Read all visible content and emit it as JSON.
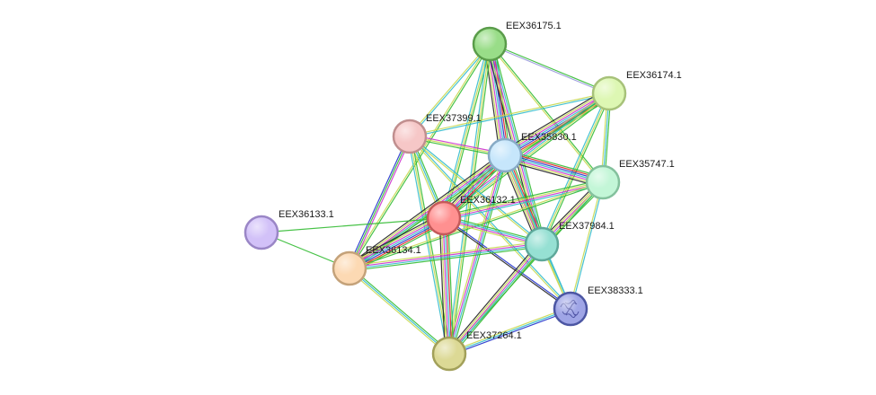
{
  "network": {
    "nodes": [
      {
        "id": "EEX36175.1",
        "label": "EEX36175.1",
        "fill": "#99dd88",
        "stroke": "#5a9c4a"
      },
      {
        "id": "EEX36174.1",
        "label": "EEX36174.1",
        "fill": "#ddf7b3",
        "stroke": "#a7c27a"
      },
      {
        "id": "EEX37399.1",
        "label": "EEX37399.1",
        "fill": "#f6c7c7",
        "stroke": "#c08f8f"
      },
      {
        "id": "EEX35830.1",
        "label": "EEX35830.1",
        "fill": "#c6e6fb",
        "stroke": "#88abc6"
      },
      {
        "id": "EEX35747.1",
        "label": "EEX35747.1",
        "fill": "#c3f6d7",
        "stroke": "#84c19d"
      },
      {
        "id": "EEX36132.1",
        "label": "EEX36132.1",
        "fill": "#ff9090",
        "stroke": "#c45a5a"
      },
      {
        "id": "EEX36133.1",
        "label": "EEX36133.1",
        "fill": "#d2c1f8",
        "stroke": "#9a86c6"
      },
      {
        "id": "EEX37984.1",
        "label": "EEX37984.1",
        "fill": "#96e0d3",
        "stroke": "#5ea89a"
      },
      {
        "id": "EEX36134.1",
        "label": "EEX36134.1",
        "fill": "#fcd9b3",
        "stroke": "#c4a27a"
      },
      {
        "id": "EEX38333.1",
        "label": "EEX38333.1",
        "fill": "#9fa5e6",
        "stroke": "#4c56a3",
        "has_structure": true
      },
      {
        "id": "EEX37264.1",
        "label": "EEX37264.1",
        "fill": "#dcd995",
        "stroke": "#a2a05a"
      }
    ],
    "evidence_colors": {
      "green": "#33bb33",
      "red": "#dd2222",
      "blue": "#2233cc",
      "cyan": "#33bbcc",
      "magenta": "#cc33cc",
      "yellow": "#c8d850",
      "black": "#222222",
      "lavender": "#9999dd"
    },
    "edges": [
      {
        "a": "EEX36175.1",
        "b": "EEX36174.1",
        "types": [
          "green",
          "lavender"
        ]
      },
      {
        "a": "EEX36175.1",
        "b": "EEX37399.1",
        "types": [
          "cyan",
          "yellow"
        ]
      },
      {
        "a": "EEX36175.1",
        "b": "EEX35830.1",
        "types": [
          "green",
          "red",
          "blue",
          "cyan",
          "magenta",
          "yellow",
          "black"
        ]
      },
      {
        "a": "EEX36175.1",
        "b": "EEX35747.1",
        "types": [
          "green",
          "yellow"
        ]
      },
      {
        "a": "EEX36175.1",
        "b": "EEX36132.1",
        "types": [
          "green",
          "yellow",
          "cyan"
        ]
      },
      {
        "a": "EEX36175.1",
        "b": "EEX37984.1",
        "types": [
          "green",
          "cyan",
          "magenta",
          "yellow",
          "black"
        ]
      },
      {
        "a": "EEX36175.1",
        "b": "EEX36134.1",
        "types": [
          "green",
          "yellow"
        ]
      },
      {
        "a": "EEX36175.1",
        "b": "EEX37264.1",
        "types": [
          "green",
          "yellow",
          "cyan"
        ]
      },
      {
        "a": "EEX36174.1",
        "b": "EEX37399.1",
        "types": [
          "cyan",
          "yellow"
        ]
      },
      {
        "a": "EEX36174.1",
        "b": "EEX35830.1",
        "types": [
          "green",
          "red",
          "blue",
          "cyan",
          "magenta",
          "yellow",
          "black"
        ]
      },
      {
        "a": "EEX36174.1",
        "b": "EEX35747.1",
        "types": [
          "green",
          "cyan",
          "yellow"
        ]
      },
      {
        "a": "EEX36174.1",
        "b": "EEX36132.1",
        "types": [
          "green",
          "yellow",
          "cyan",
          "magenta"
        ]
      },
      {
        "a": "EEX36174.1",
        "b": "EEX37984.1",
        "types": [
          "green",
          "yellow",
          "cyan"
        ]
      },
      {
        "a": "EEX36174.1",
        "b": "EEX36134.1",
        "types": [
          "green",
          "yellow"
        ]
      },
      {
        "a": "EEX37399.1",
        "b": "EEX35830.1",
        "types": [
          "magenta",
          "yellow",
          "green"
        ]
      },
      {
        "a": "EEX37399.1",
        "b": "EEX36132.1",
        "types": [
          "green",
          "cyan",
          "yellow"
        ]
      },
      {
        "a": "EEX37399.1",
        "b": "EEX37984.1",
        "types": [
          "cyan",
          "yellow"
        ]
      },
      {
        "a": "EEX37399.1",
        "b": "EEX36134.1",
        "types": [
          "magenta",
          "green",
          "blue"
        ]
      },
      {
        "a": "EEX37399.1",
        "b": "EEX37264.1",
        "types": [
          "green",
          "yellow",
          "cyan"
        ]
      },
      {
        "a": "EEX37399.1",
        "b": "EEX38333.1",
        "types": [
          "cyan",
          "yellow"
        ]
      },
      {
        "a": "EEX35830.1",
        "b": "EEX35747.1",
        "types": [
          "green",
          "red",
          "blue",
          "cyan",
          "magenta",
          "yellow",
          "black"
        ]
      },
      {
        "a": "EEX35830.1",
        "b": "EEX36132.1",
        "types": [
          "green",
          "red",
          "cyan",
          "magenta",
          "yellow",
          "black"
        ]
      },
      {
        "a": "EEX35830.1",
        "b": "EEX37984.1",
        "types": [
          "green",
          "red",
          "cyan",
          "magenta",
          "yellow",
          "black"
        ]
      },
      {
        "a": "EEX35830.1",
        "b": "EEX36134.1",
        "types": [
          "green",
          "cyan",
          "magenta",
          "yellow",
          "black"
        ]
      },
      {
        "a": "EEX35830.1",
        "b": "EEX37264.1",
        "types": [
          "green",
          "cyan",
          "magenta",
          "yellow"
        ]
      },
      {
        "a": "EEX35830.1",
        "b": "EEX38333.1",
        "types": [
          "cyan",
          "yellow"
        ]
      },
      {
        "a": "EEX35747.1",
        "b": "EEX36132.1",
        "types": [
          "cyan",
          "magenta",
          "yellow",
          "green"
        ]
      },
      {
        "a": "EEX35747.1",
        "b": "EEX37984.1",
        "types": [
          "green",
          "cyan",
          "magenta",
          "yellow",
          "black"
        ]
      },
      {
        "a": "EEX35747.1",
        "b": "EEX36134.1",
        "types": [
          "green",
          "yellow"
        ]
      },
      {
        "a": "EEX35747.1",
        "b": "EEX37264.1",
        "types": [
          "green",
          "yellow"
        ]
      },
      {
        "a": "EEX35747.1",
        "b": "EEX38333.1",
        "types": [
          "cyan",
          "yellow"
        ]
      },
      {
        "a": "EEX36132.1",
        "b": "EEX36133.1",
        "types": [
          "green"
        ]
      },
      {
        "a": "EEX36132.1",
        "b": "EEX37984.1",
        "types": [
          "green",
          "cyan",
          "magenta",
          "yellow"
        ]
      },
      {
        "a": "EEX36132.1",
        "b": "EEX36134.1",
        "types": [
          "green",
          "red",
          "blue",
          "cyan",
          "magenta",
          "yellow",
          "black"
        ]
      },
      {
        "a": "EEX36132.1",
        "b": "EEX38333.1",
        "types": [
          "blue",
          "black"
        ]
      },
      {
        "a": "EEX36132.1",
        "b": "EEX37264.1",
        "types": [
          "green",
          "red",
          "cyan",
          "magenta",
          "yellow",
          "black"
        ]
      },
      {
        "a": "EEX36133.1",
        "b": "EEX36134.1",
        "types": [
          "green"
        ]
      },
      {
        "a": "EEX37984.1",
        "b": "EEX36134.1",
        "types": [
          "green",
          "cyan",
          "magenta",
          "yellow"
        ]
      },
      {
        "a": "EEX37984.1",
        "b": "EEX38333.1",
        "types": [
          "cyan",
          "yellow"
        ]
      },
      {
        "a": "EEX37984.1",
        "b": "EEX37264.1",
        "types": [
          "green",
          "cyan",
          "magenta",
          "yellow",
          "black"
        ]
      },
      {
        "a": "EEX36134.1",
        "b": "EEX37264.1",
        "types": [
          "green",
          "cyan",
          "yellow"
        ]
      },
      {
        "a": "EEX38333.1",
        "b": "EEX37264.1",
        "types": [
          "blue",
          "cyan",
          "yellow"
        ]
      }
    ]
  }
}
